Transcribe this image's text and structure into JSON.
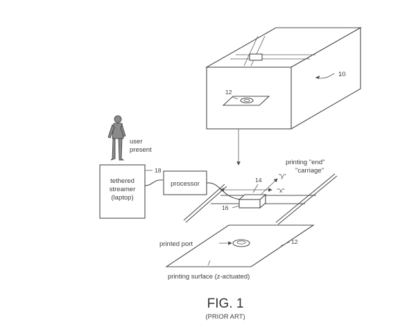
{
  "labels": {
    "ref_10": "10",
    "ref_12_top": "12",
    "ref_12_bottom": "12",
    "ref_14": "14",
    "ref_16": "16",
    "ref_18": "18",
    "user_line1": "user",
    "user_line2": "present",
    "laptop_line1": "tethered",
    "laptop_line2": "streamer",
    "laptop_line3": "(laptop)",
    "processor": "processor",
    "printing_end_line1": "printing \"end\"",
    "printing_end_line2": "\"carriage\"",
    "axis_y": "\"y\"",
    "axis_x": "\"x\"",
    "printed_part": "printed port",
    "printing_surface": "printing surface (z-actuated)"
  },
  "caption": {
    "title": "FIG. 1",
    "subtitle": "(PRIOR ART)"
  }
}
